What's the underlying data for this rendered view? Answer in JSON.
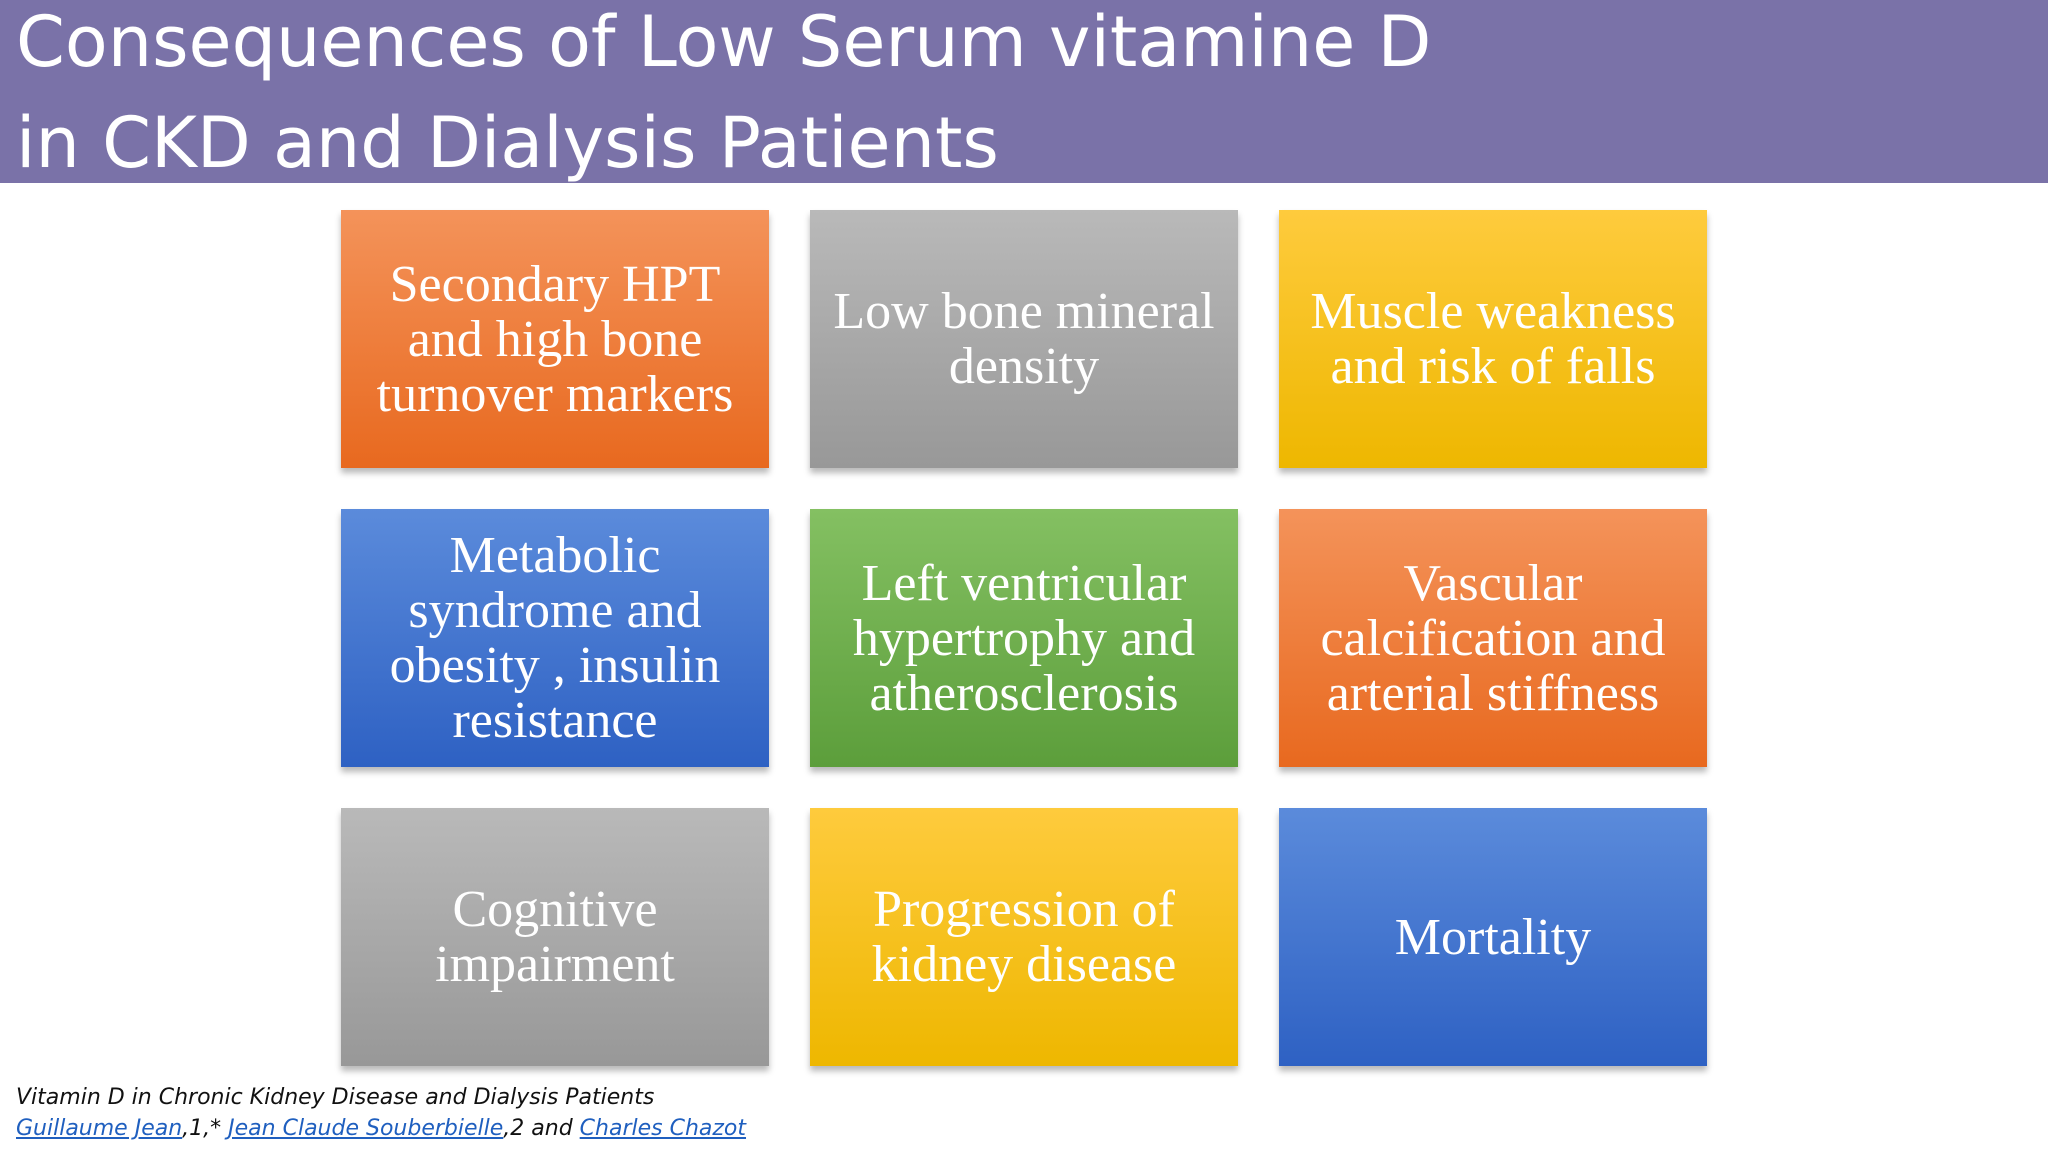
{
  "title": {
    "line1": "Consequences of Low Serum vitamine D",
    "line2": "in CKD and Dialysis Patients"
  },
  "tiles": [
    {
      "text": "Secondary HPT\nand high bone\nturnover markers",
      "color": "orange"
    },
    {
      "text": "Low bone mineral\ndensity",
      "color": "gray"
    },
    {
      "text": "Muscle weakness\nand risk of falls",
      "color": "yellow"
    },
    {
      "text": "Metabolic\nsyndrome and\nobesity , insulin\nresistance",
      "color": "blue"
    },
    {
      "text": "Left ventricular\nhypertrophy and\natherosclerosis",
      "color": "green"
    },
    {
      "text": "Vascular\ncalcification and\narterial stiffness",
      "color": "orange"
    },
    {
      "text": "Cognitive\nimpairment",
      "color": "gray"
    },
    {
      "text": "Progression of\nkidney disease",
      "color": "yellow"
    },
    {
      "text": "Mortality",
      "color": "blue"
    }
  ],
  "citation": {
    "paper_title": "Vitamin D in Chronic Kidney Disease and Dialysis Patients",
    "author1": "Guillaume Jean",
    "sep1": ",1,* ",
    "author2": "Jean Claude Souberbielle",
    "sep2": ",2 and ",
    "author3": "Charles Chazot"
  },
  "colors": {
    "title_bar": "#7a72a8",
    "orange": "#ec7a35",
    "gray": "#a8a8a8",
    "yellow": "#f9c21a",
    "blue": "#4575cf",
    "green": "#70af4e",
    "link": "#1f5fbf"
  }
}
